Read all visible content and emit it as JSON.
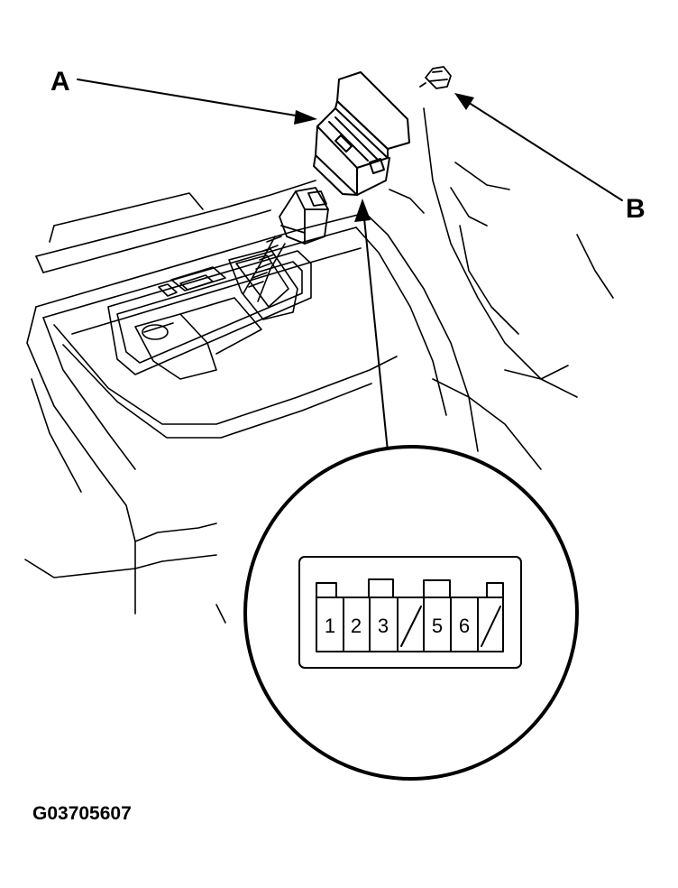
{
  "callouts": {
    "a": "A",
    "b": "B"
  },
  "connector_pins": [
    "1",
    "2",
    "3",
    "",
    "5",
    "6"
  ],
  "figure_id": "G03705607",
  "colors": {
    "line": "#000000",
    "background": "#ffffff"
  }
}
